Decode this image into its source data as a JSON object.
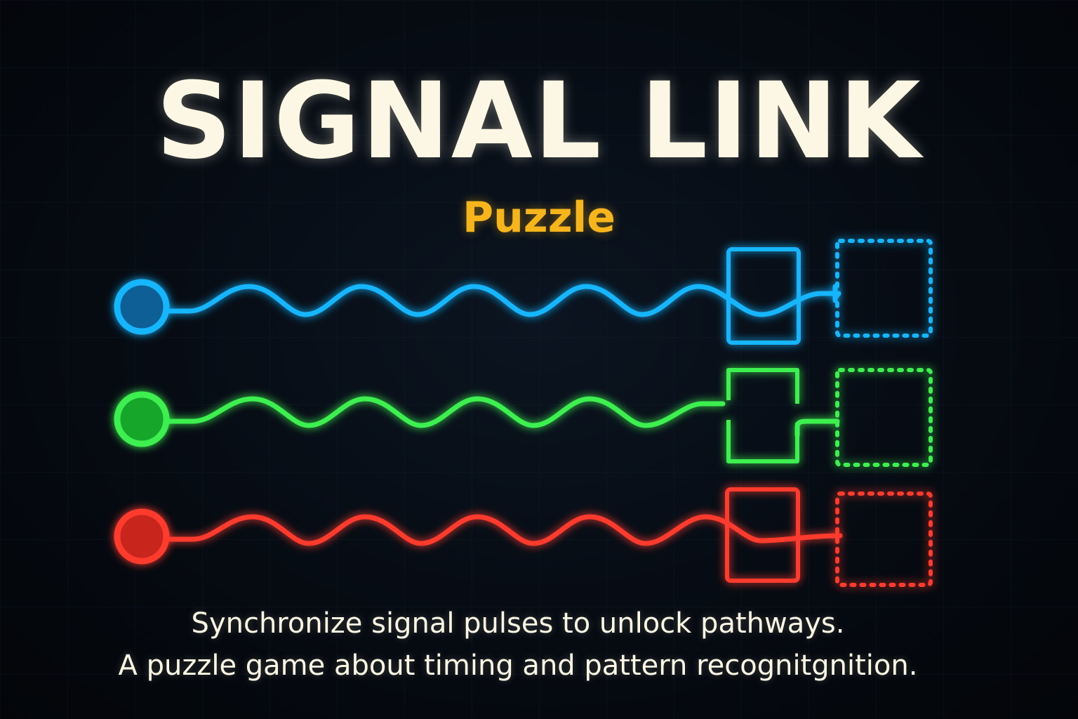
{
  "title": "SIGNAL LINK",
  "subtitle": "Puzzle",
  "tagline": {
    "line1": "Synchronize signal pulses to unlock pathways.",
    "line2": "A puzzle game about timing and pattern recognitgnition."
  },
  "colors": {
    "background": "#05090f",
    "title": "#fbf7e4",
    "subtitle": "#f7b51c",
    "signal_blue": "#19b6ff",
    "signal_green": "#3cf050",
    "signal_red": "#ff3b2f"
  },
  "signals": [
    {
      "name": "blue-signal",
      "color": "#19b6ff",
      "core": "#0b5e96"
    },
    {
      "name": "green-signal",
      "color": "#3cf050",
      "core": "#17a62a"
    },
    {
      "name": "red-signal",
      "color": "#ff3b2f",
      "core": "#c8261b"
    }
  ]
}
